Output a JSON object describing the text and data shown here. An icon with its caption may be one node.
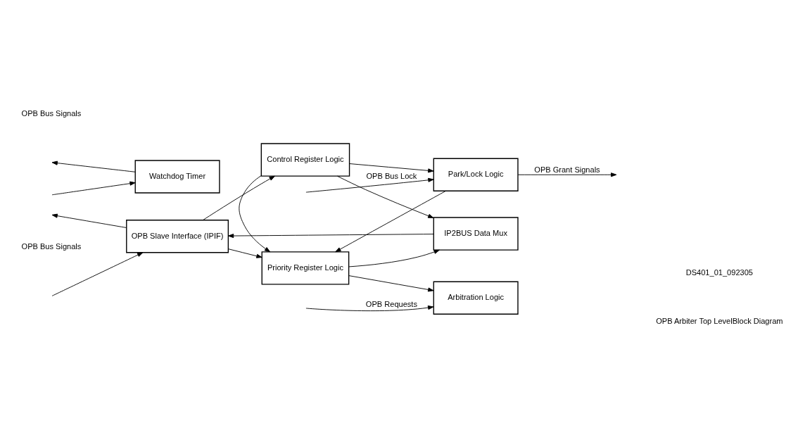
{
  "diagram": {
    "nodes": [
      {
        "text": [
          "OPB Slave Interface (IPIF)"
        ]
      },
      {
        "text": [
          "Priority Register Logic"
        ]
      },
      {
        "text": [
          "Control Register Logic"
        ]
      },
      {
        "text": [
          "IP2BUS Data Mux"
        ]
      },
      {
        "text": [
          "Watchdog Timer"
        ]
      },
      {
        "text": [
          "Arbitration Logic"
        ]
      },
      {
        "text": [
          "Park/Lock Logic"
        ]
      }
    ],
    "edges": [
      {
        "from": null,
        "to": 0,
        "arrow": "to"
      },
      {
        "from": 0,
        "to": null,
        "arrow": "to"
      },
      {
        "from": 0,
        "to": 1,
        "arrow": "to"
      },
      {
        "from": 0,
        "to": 2,
        "arrow": "to"
      },
      {
        "from": 1,
        "to": 3,
        "arrow": "to"
      },
      {
        "from": 1,
        "to": 5,
        "arrow": "to"
      },
      {
        "from": 2,
        "to": 3,
        "arrow": "to"
      },
      {
        "from": 2,
        "to": 1,
        "arrow": "to"
      },
      {
        "from": 2,
        "to": 6,
        "arrow": "to"
      },
      {
        "from": 3,
        "to": 0,
        "arrow": "to"
      },
      {
        "from": null,
        "to": 5,
        "arrow": "to",
        "label": "OPB Requests"
      },
      {
        "from": null,
        "to": 4,
        "arrow": "to"
      },
      {
        "from": 4,
        "to": null,
        "arrow": "to"
      },
      {
        "from": null,
        "to": 6,
        "arrow": "to",
        "label": "OPB Bus Lock"
      },
      {
        "from": 6,
        "to": null,
        "arrow": "to",
        "label": "OPB Grant Signals"
      },
      {
        "from": 6,
        "to": 1,
        "arrow": "to"
      }
    ],
    "labels": [
      "OPB Bus Signals",
      "OPB Bus Signals",
      "DS401_01_092305",
      "OPB Arbiter Top LevelBlock Diagram"
    ]
  }
}
